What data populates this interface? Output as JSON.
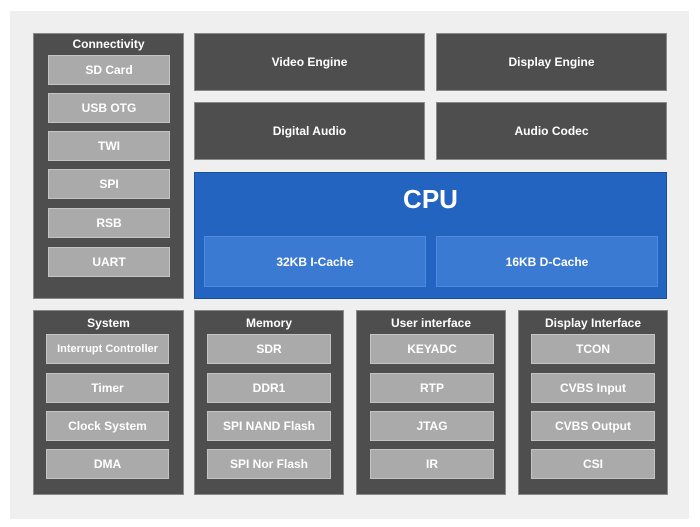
{
  "connectivity": {
    "title": "Connectivity",
    "items": [
      "SD Card",
      "USB OTG",
      "TWI",
      "SPI",
      "RSB",
      "UART"
    ]
  },
  "engines": {
    "video_engine": "Video Engine",
    "display_engine": "Display Engine",
    "digital_audio": "Digital Audio",
    "audio_codec": "Audio Codec"
  },
  "cpu": {
    "title": "CPU",
    "icache": "32KB I-Cache",
    "dcache": "16KB D-Cache"
  },
  "system": {
    "title": "System",
    "items": [
      "Interrupt Controller",
      "Timer",
      "Clock System",
      "DMA"
    ]
  },
  "memory": {
    "title": "Memory",
    "items": [
      "SDR",
      "DDR1",
      "SPI NAND Flash",
      "SPI Nor Flash"
    ]
  },
  "user_interface": {
    "title": "User interface",
    "items": [
      "KEYADC",
      "RTP",
      "JTAG",
      "IR"
    ]
  },
  "display_interface": {
    "title": "Display Interface",
    "items": [
      "TCON",
      "CVBS Input",
      "CVBS Output",
      "CSI"
    ]
  },
  "colors": {
    "dark_block": "#4e4e4e",
    "item_block": "#aaaaaa",
    "cpu_blue": "#2264c0",
    "cache_blue": "#3b7ad3",
    "background": "#efefef"
  }
}
